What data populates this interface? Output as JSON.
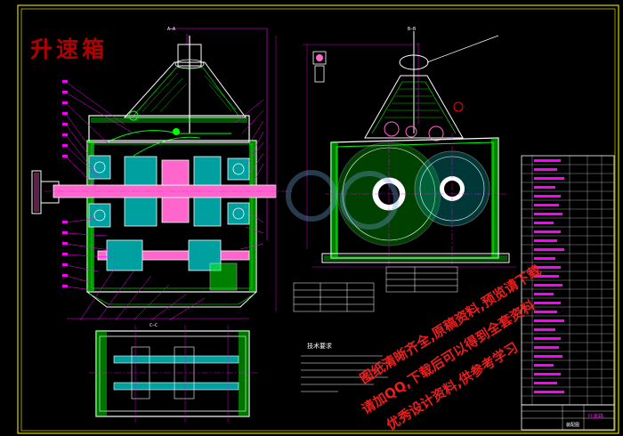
{
  "drawing": {
    "title": "升速箱",
    "views": {
      "section_label": "A—A",
      "cross_label": "B—B",
      "plan_label": "C—C"
    },
    "notes_title": "技术要求",
    "title_block": {
      "name": "升速箱",
      "subtitle": "装配图"
    }
  },
  "watermark": {
    "line1": "图纸清晰齐全,原稿资料,预览请下载",
    "line2": "请加QQ,下载后可以得到全套资料",
    "line3": "优秀设计资料,供参考学习"
  },
  "colors": {
    "background": "#000000",
    "outline": "#ffffff",
    "hatch": "#00ff00",
    "dimension": "#ff00ff",
    "frame": "#ffff00",
    "title": "#b00000",
    "watermark": "#ff2020",
    "shaft_fill": "#ff66cc",
    "gear_fill": "#00a0a0"
  }
}
